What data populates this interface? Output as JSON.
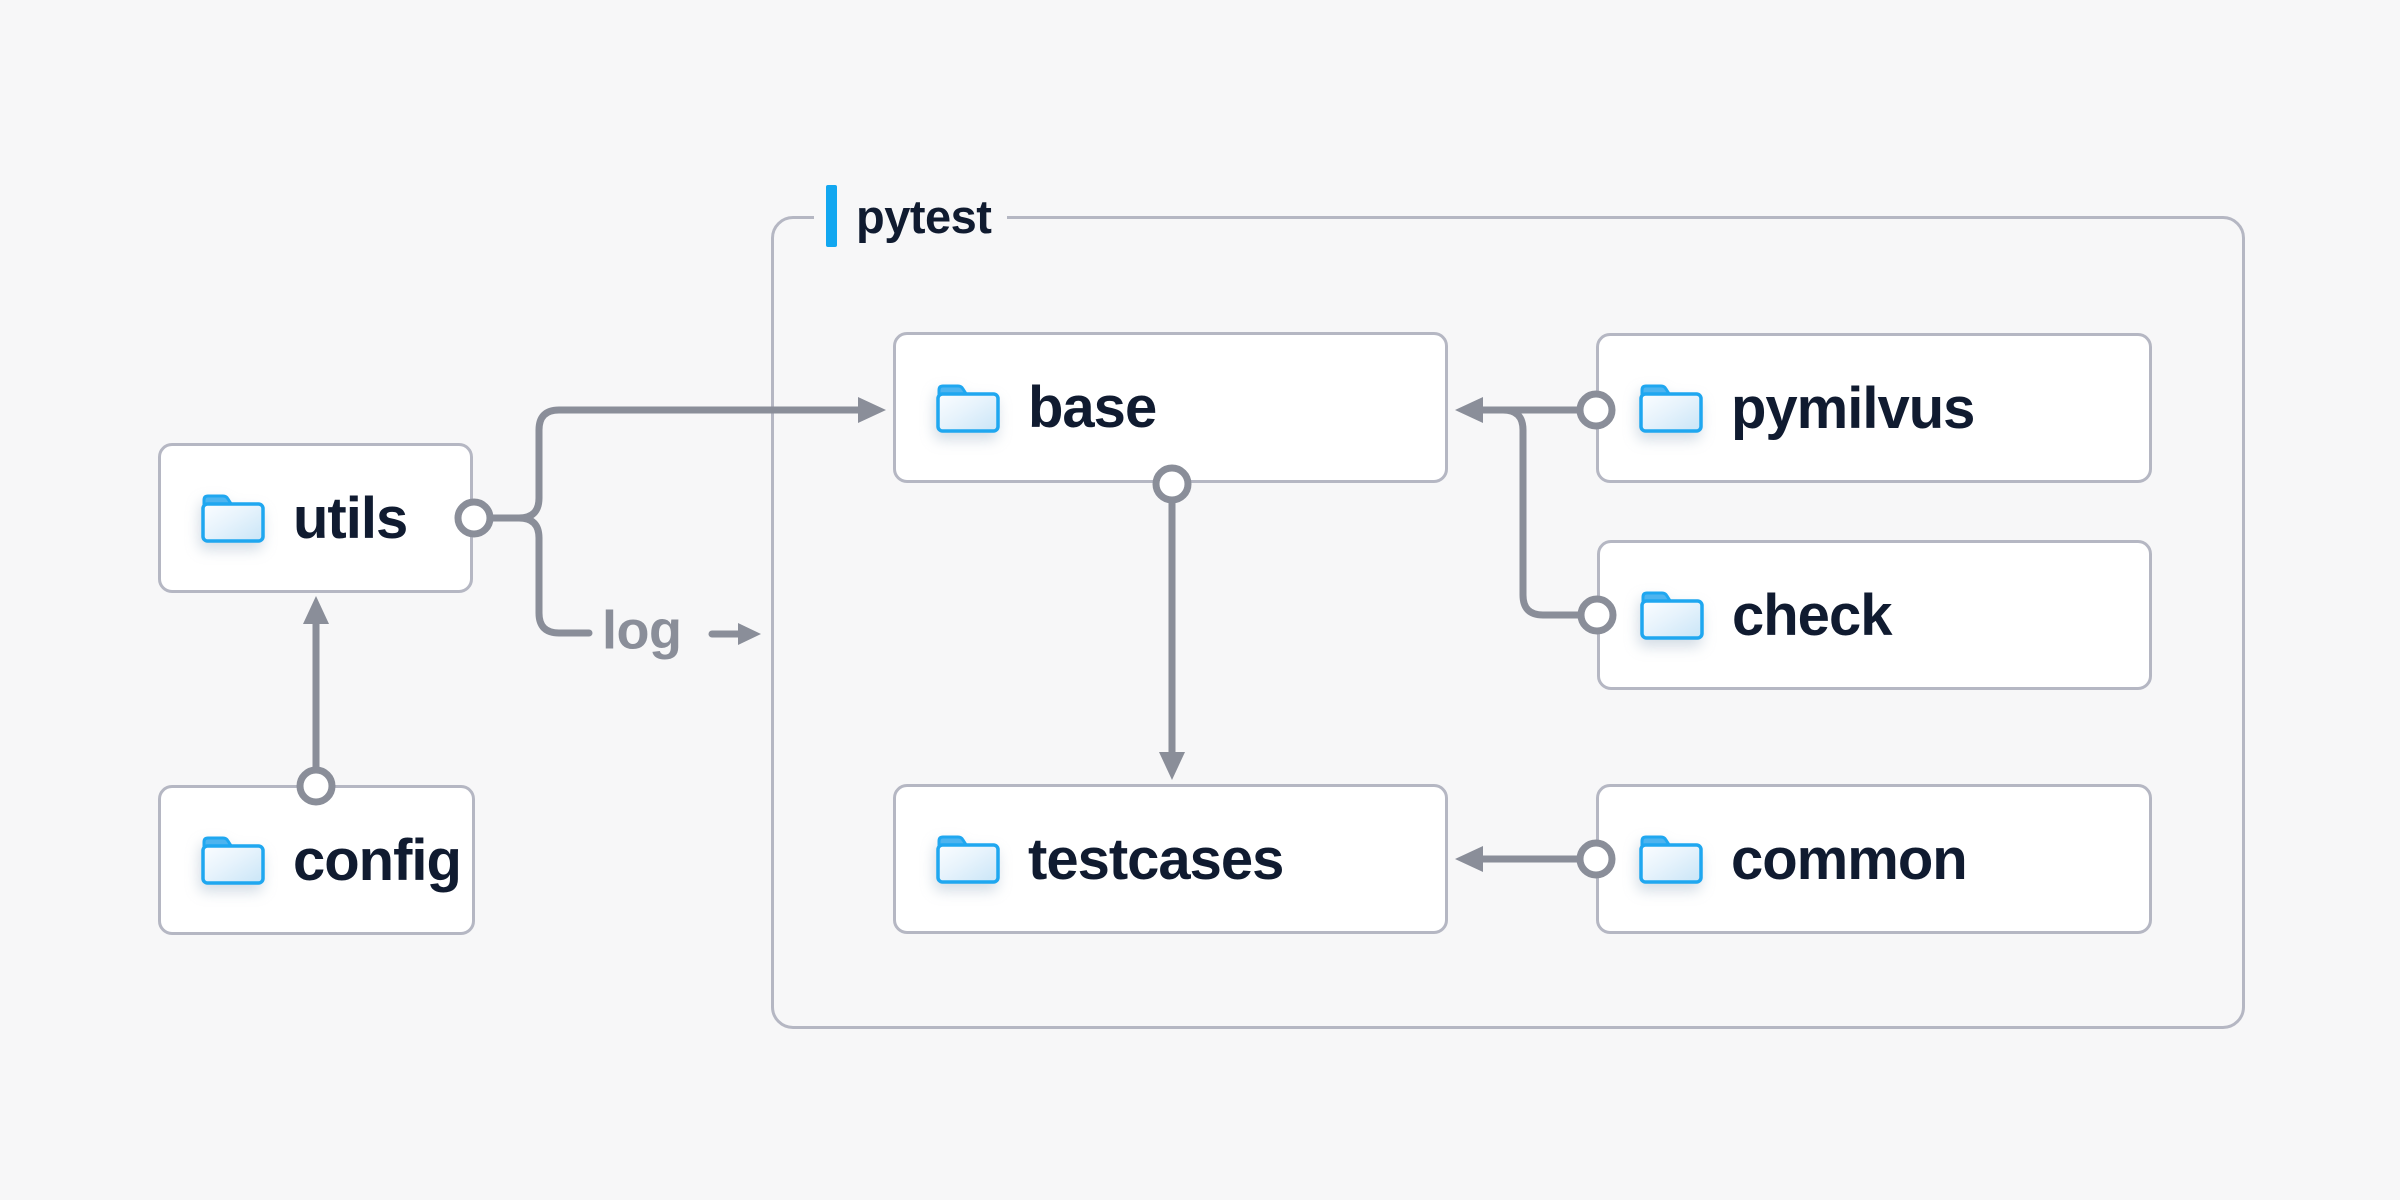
{
  "diagram": {
    "group": {
      "label": "pytest"
    },
    "nodes": [
      {
        "id": "utils",
        "label": "utils",
        "icon": "folder"
      },
      {
        "id": "config",
        "label": "config",
        "icon": "folder"
      },
      {
        "id": "base",
        "label": "base",
        "icon": "folder"
      },
      {
        "id": "testcases",
        "label": "testcases",
        "icon": "folder"
      },
      {
        "id": "pymilvus",
        "label": "pymilvus",
        "icon": "folder"
      },
      {
        "id": "check",
        "label": "check",
        "icon": "folder"
      },
      {
        "id": "common",
        "label": "common",
        "icon": "folder"
      }
    ],
    "edges": [
      {
        "from": "config",
        "to": "utils",
        "label": ""
      },
      {
        "from": "utils",
        "to": "base",
        "label": "log"
      },
      {
        "from": "pymilvus",
        "to": "base",
        "label": ""
      },
      {
        "from": "check",
        "to": "base",
        "label": ""
      },
      {
        "from": "base",
        "to": "testcases",
        "label": ""
      },
      {
        "from": "common",
        "to": "testcases",
        "label": ""
      }
    ],
    "colors": {
      "background": "#f7f7f8",
      "box_bg": "#ffffff",
      "box_border": "#b5b7c3",
      "group_border": "#b5b7c3",
      "connector": "#8a8e99",
      "text": "#101b30",
      "muted_text": "#8a8e99",
      "accent": "#12a7f0",
      "folder_stroke": "#1fa7f0",
      "folder_tab": "#4db4ef",
      "folder_fill_light": "#fbfdff",
      "folder_fill_deep": "#c9e5f7"
    }
  }
}
